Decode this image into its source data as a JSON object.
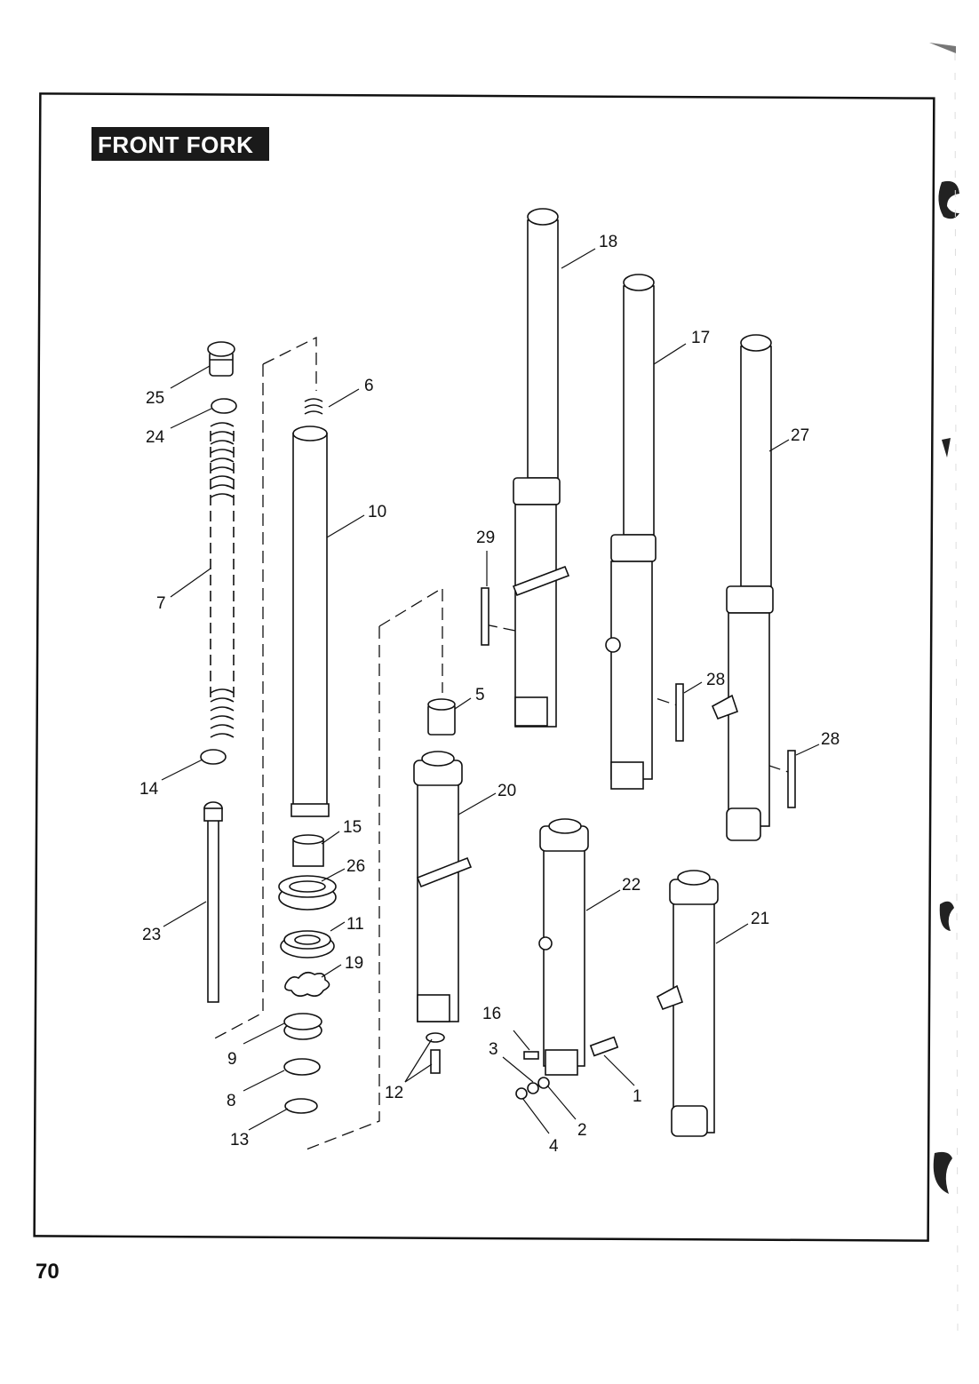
{
  "title": "FRONT FORK",
  "page_number": "70",
  "callouts": [
    "1",
    "2",
    "3",
    "4",
    "5",
    "6",
    "7",
    "8",
    "9",
    "10",
    "11",
    "12",
    "13",
    "14",
    "15",
    "16",
    "17",
    "18",
    "19",
    "20",
    "21",
    "22",
    "23",
    "24",
    "25",
    "26",
    "27",
    "28",
    "28",
    "29"
  ]
}
